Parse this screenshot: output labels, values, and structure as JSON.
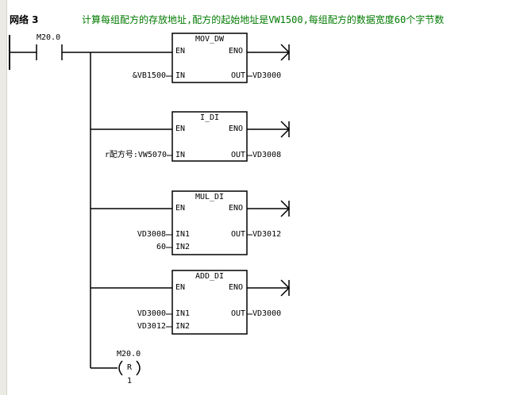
{
  "network": {
    "title": "网络 3",
    "comment": "计算每组配方的存放地址,配方的起始地址是VW1500,每组配方的数据宽度60个字节数"
  },
  "contact": {
    "address": "M20.0"
  },
  "blocks": [
    {
      "name": "MOV_DW",
      "en": "EN",
      "eno": "ENO",
      "out_pin": "OUT",
      "out_value": "VD3000",
      "inputs": [
        {
          "pin": "IN",
          "value": "&VB1500"
        }
      ]
    },
    {
      "name": "I_DI",
      "en": "EN",
      "eno": "ENO",
      "out_pin": "OUT",
      "out_value": "VD3008",
      "inputs": [
        {
          "pin": "IN",
          "value": "r配方号:VW5070"
        }
      ]
    },
    {
      "name": "MUL_DI",
      "en": "EN",
      "eno": "ENO",
      "out_pin": "OUT",
      "out_value": "VD3012",
      "inputs": [
        {
          "pin": "IN1",
          "value": "VD3008"
        },
        {
          "pin": "IN2",
          "value": "60"
        }
      ]
    },
    {
      "name": "ADD_DI",
      "en": "EN",
      "eno": "ENO",
      "out_pin": "OUT",
      "out_value": "VD3000",
      "inputs": [
        {
          "pin": "IN1",
          "value": "VD3000"
        },
        {
          "pin": "IN2",
          "value": "VD3012"
        }
      ]
    }
  ],
  "reset_coil": {
    "address": "M20.0",
    "symbol": "R",
    "count": "1"
  }
}
